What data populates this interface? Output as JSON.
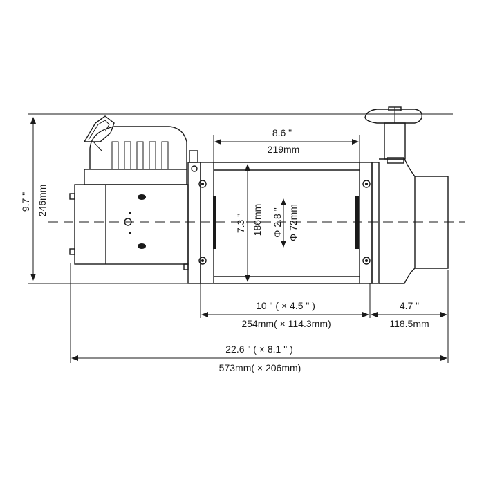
{
  "dimensions": {
    "height_in": "9.7 \"",
    "height_mm": "246mm",
    "drum_length_in": "8.6 \"",
    "drum_length_mm": "219mm",
    "drum_flange_in": "7.3 \"",
    "drum_flange_mm": "186mm",
    "drum_dia_in": "Φ 2.8 \"",
    "drum_dia_mm": "Φ 72mm",
    "mount_in": "10 \" ( × 4.5 \" )",
    "mount_mm": "254mm( × 114.3mm)",
    "gear_in": "4.7 \"",
    "gear_mm": "118.5mm",
    "overall_in": "22.6 \" ( × 8.1 \" )",
    "overall_mm": "573mm( × 206mm)"
  }
}
